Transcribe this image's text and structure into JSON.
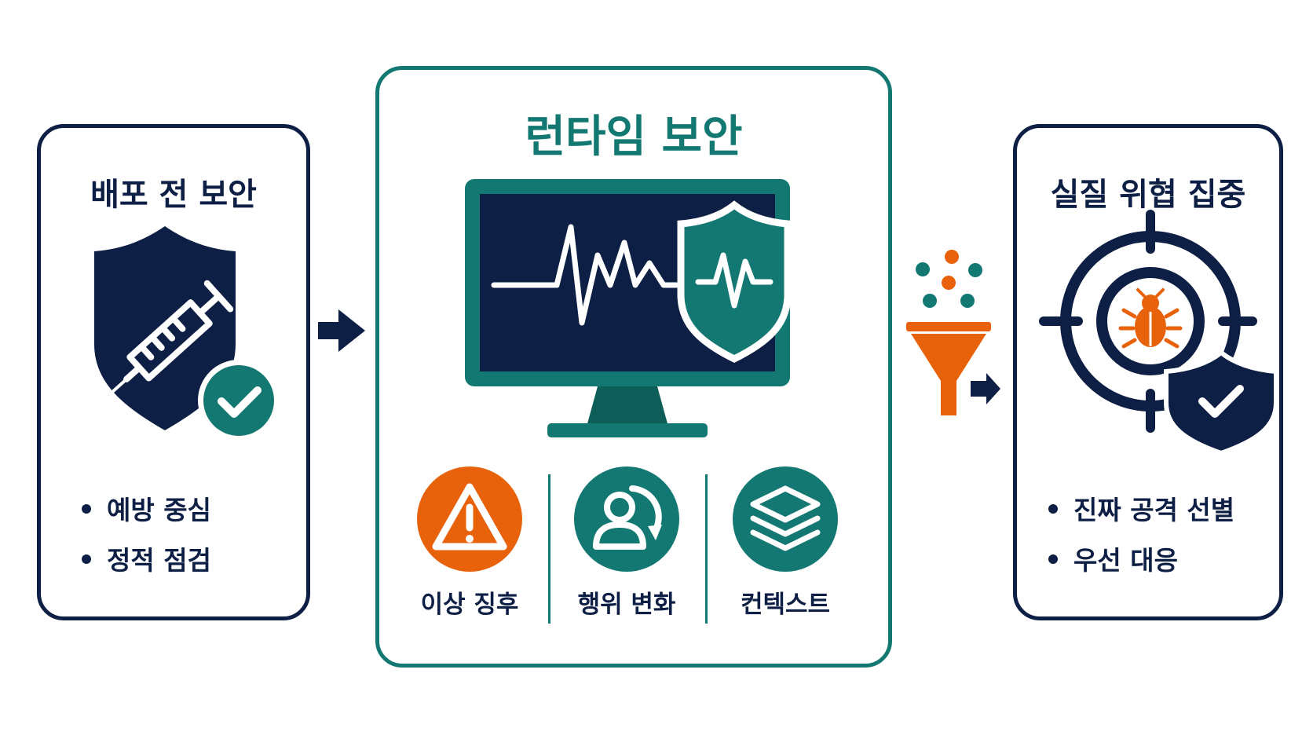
{
  "stages": {
    "pre_deploy": {
      "title": "배포 전 보안",
      "bullets": [
        "예방 중심",
        "정적 점검"
      ],
      "icon": "shield-syringe-check-icon"
    },
    "runtime": {
      "title": "런타임 보안",
      "icon": "monitor-heartbeat-shield-icon",
      "features": [
        {
          "label": "이상 징후",
          "icon": "warning-triangle-icon",
          "color": "#e8620c"
        },
        {
          "label": "행위 변화",
          "icon": "user-cycle-icon",
          "color": "#137872"
        },
        {
          "label": "컨텍스트",
          "icon": "layers-icon",
          "color": "#137872"
        }
      ]
    },
    "real_threat": {
      "title": "실질 위협 집중",
      "bullets": [
        "진짜 공격 선별",
        "우선 대응"
      ],
      "icon": "target-bug-shield-icon"
    }
  },
  "colors": {
    "navy": "#0e1f45",
    "teal": "#137872",
    "orange": "#e8620c"
  }
}
